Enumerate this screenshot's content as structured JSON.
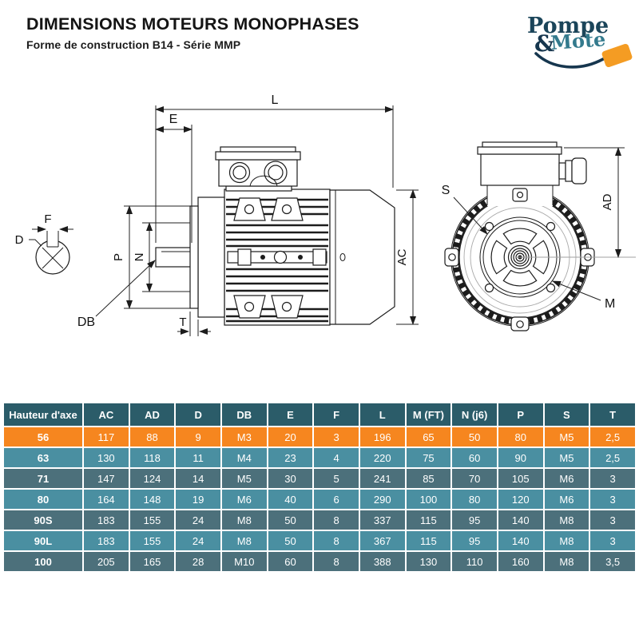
{
  "page": {
    "title": "DIMENSIONS MOTEURS MONOPHASES",
    "subtitle": "Forme de construction B14 -  Série MMP"
  },
  "logo": {
    "word1": "Pompe",
    "word2": "&",
    "word3": "Mote"
  },
  "colors": {
    "header_bg": "#2B5C69",
    "row_orange": "#F6861F",
    "row_teal": "#4A8FA1",
    "row_slate": "#4C707B",
    "line_color": "#1c1c1c",
    "logo_navy": "#16364E",
    "logo_blue": "#1B455A",
    "logo_teal": "#337A8D",
    "logo_orange": "#F49C23"
  },
  "diagram": {
    "labels": {
      "L": "L",
      "E": "E",
      "P": "P",
      "N": "N",
      "DB": "DB",
      "T": "T",
      "AC": "AC",
      "D": "D",
      "F": "F",
      "S": "S",
      "AD": "AD",
      "M": "M"
    }
  },
  "table": {
    "headers": [
      "Hauteur d'axe",
      "AC",
      "AD",
      "D",
      "DB",
      "E",
      "F",
      "L",
      "M (FT)",
      "N (j6)",
      "P",
      "S",
      "T"
    ],
    "highlight_row_index": 0,
    "rows": [
      [
        "56",
        "117",
        "88",
        "9",
        "M3",
        "20",
        "3",
        "196",
        "65",
        "50",
        "80",
        "M5",
        "2,5"
      ],
      [
        "63",
        "130",
        "118",
        "11",
        "M4",
        "23",
        "4",
        "220",
        "75",
        "60",
        "90",
        "M5",
        "2,5"
      ],
      [
        "71",
        "147",
        "124",
        "14",
        "M5",
        "30",
        "5",
        "241",
        "85",
        "70",
        "105",
        "M6",
        "3"
      ],
      [
        "80",
        "164",
        "148",
        "19",
        "M6",
        "40",
        "6",
        "290",
        "100",
        "80",
        "120",
        "M6",
        "3"
      ],
      [
        "90S",
        "183",
        "155",
        "24",
        "M8",
        "50",
        "8",
        "337",
        "115",
        "95",
        "140",
        "M8",
        "3"
      ],
      [
        "90L",
        "183",
        "155",
        "24",
        "M8",
        "50",
        "8",
        "367",
        "115",
        "95",
        "140",
        "M8",
        "3"
      ],
      [
        "100",
        "205",
        "165",
        "28",
        "M10",
        "60",
        "8",
        "388",
        "130",
        "110",
        "160",
        "M8",
        "3,5"
      ]
    ]
  }
}
